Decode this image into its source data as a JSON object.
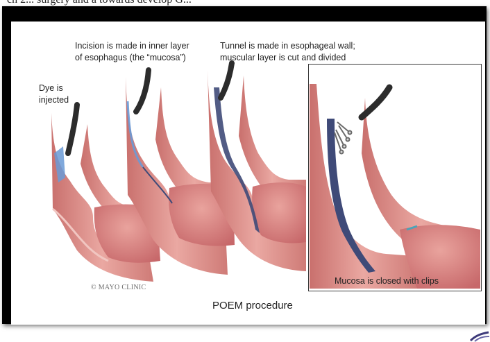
{
  "header": {
    "text": "ch 2... surgery and a towards develop G..."
  },
  "figure": {
    "title": "POEM procedure",
    "copyright": "© MAYO CLINIC",
    "steps": [
      {
        "line1": "Dye is",
        "line2": "injected"
      },
      {
        "line1": "Incision is made in inner layer",
        "line2": "of esophagus (the “mucosa”)"
      },
      {
        "line1": "Tunnel is made in esophageal wall;",
        "line2": "muscular layer is cut and divided"
      }
    ],
    "inset_caption": "Mucosa is closed with clips"
  },
  "colors": {
    "tissue": "#e39a95",
    "tissue_dark": "#c96a68",
    "mucosa_edge": "#f1c6c1",
    "tunnel": "#3f4a78",
    "dye": "#6a9ad6",
    "endoscope": "#2c2c2c"
  }
}
